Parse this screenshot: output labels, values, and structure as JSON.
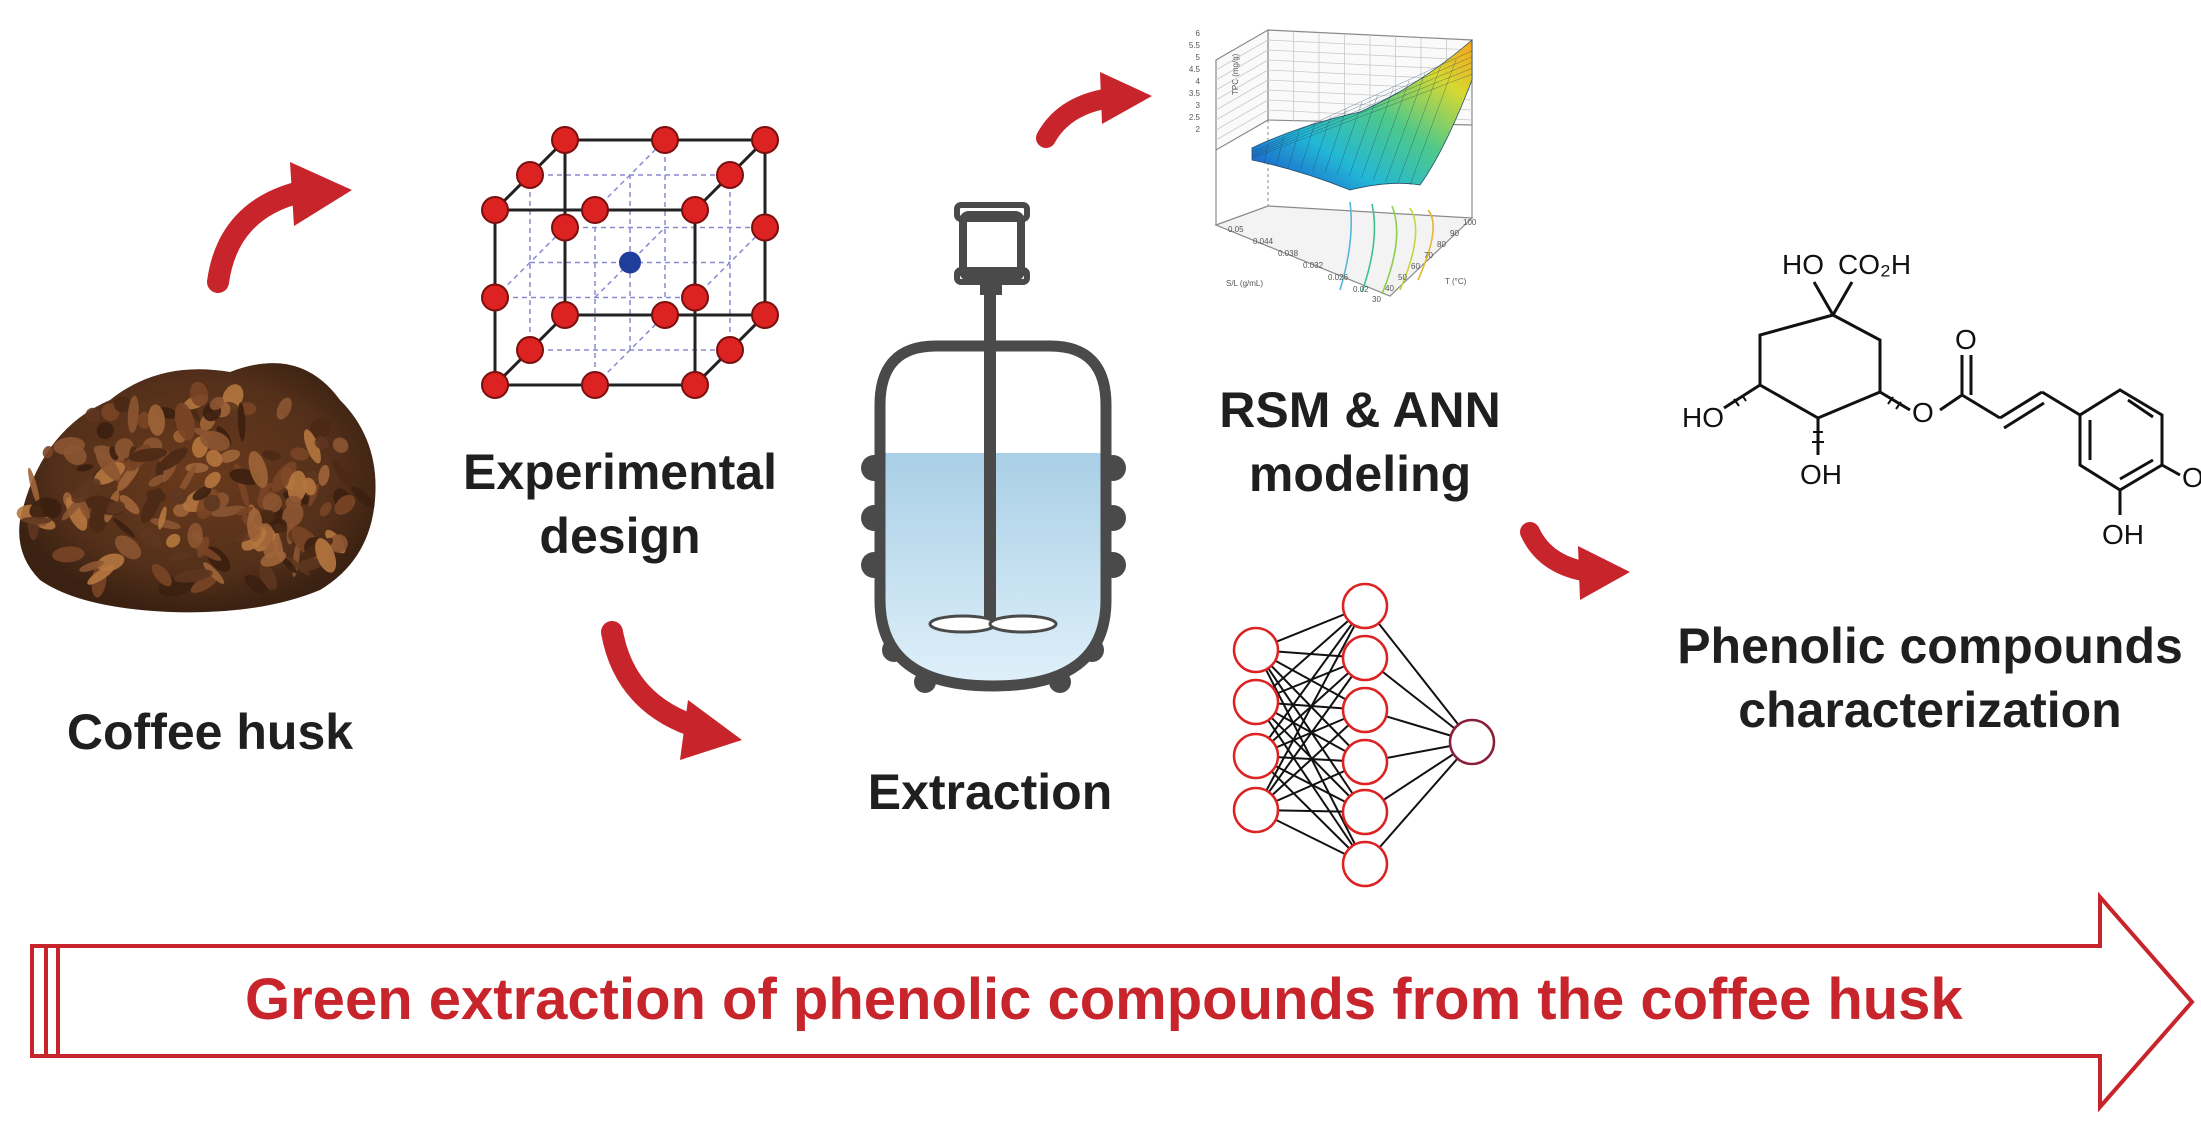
{
  "labels": {
    "coffee_husk": "Coffee husk",
    "experimental_design_line1": "Experimental",
    "experimental_design_line2": "design",
    "extraction": "Extraction",
    "modeling_line1": "RSM & ANN",
    "modeling_line2": "modeling",
    "characterization_line1": "Phenolic compounds",
    "characterization_line2": "characterization"
  },
  "banner": {
    "text": "Green extraction of phenolic compounds from the coffee husk"
  },
  "molecule": {
    "ho_top": "HO",
    "co2h": "CO₂H",
    "ho_left": "HO",
    "oh_bottom": "OH",
    "o_ester": "O",
    "o_carbonyl": "O",
    "oh_ring_right": "OH",
    "oh_ring_bottom": "OH"
  },
  "surface_plot": {
    "z_axis_label": "TPC (mg/g)",
    "z_ticks": [
      "6",
      "5.5",
      "5",
      "4.5",
      "4",
      "3.5",
      "3",
      "2.5",
      "2"
    ],
    "x_axis_label": "S/L (g/mL)",
    "x_ticks": [
      "0.05",
      "0.044",
      "0.038",
      "0.032",
      "0.026",
      "0.02"
    ],
    "y_axis_label": "T (°C)",
    "y_ticks": [
      "30",
      "40",
      "50",
      "60",
      "70",
      "80",
      "90",
      "100"
    ]
  },
  "colors": {
    "accent_red": "#c8242b",
    "node_red": "#dd2222",
    "center_blue": "#1f3d9a",
    "label_dark": "#1f1f1f",
    "liquid_blue": "#bfe0f2",
    "vessel_gray": "#4a4a4a"
  }
}
